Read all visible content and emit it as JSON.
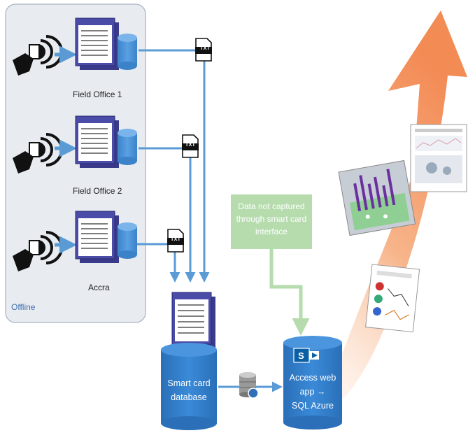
{
  "offline_group": {
    "label": "Offline"
  },
  "offices": [
    {
      "label": "Field Office 1"
    },
    {
      "label": "Field Office 2"
    },
    {
      "label": "Accra"
    }
  ],
  "file_badge": "TXT",
  "smart_card_db": {
    "line1": "Smart card",
    "line2": "database"
  },
  "note": {
    "line1": "Data not captured",
    "line2": "through smart card",
    "line3": "interface"
  },
  "access_db": {
    "line1": "Access web",
    "line2": "app →",
    "line3": "SQL Azure"
  },
  "colors": {
    "arrow_blue": "#5b9bd5",
    "cylinder_blue": "#2e78c6",
    "offline_bg": "#e8ebf0",
    "note_green": "#b6dcae",
    "trend_orange": "#f4a06a"
  }
}
